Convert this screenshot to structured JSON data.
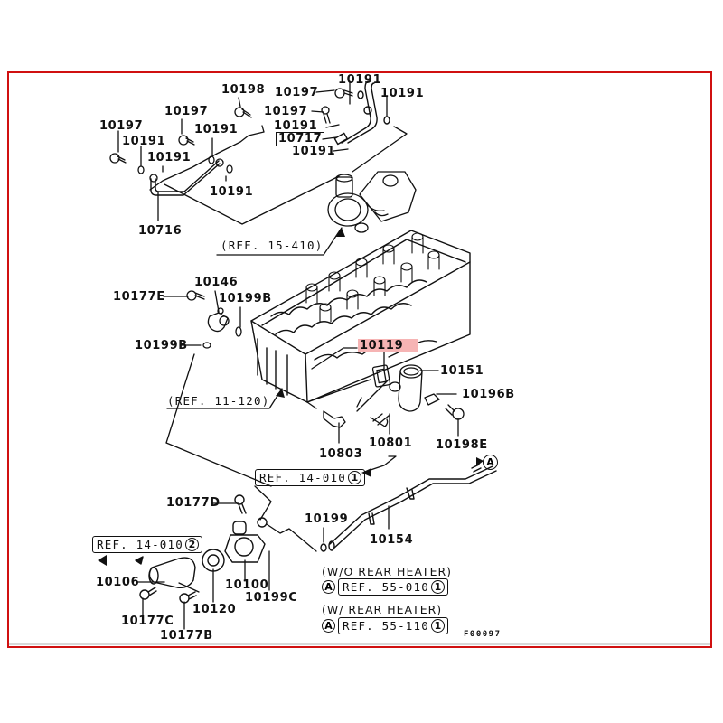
{
  "diagram": {
    "figure_id": "F00097",
    "highlight_color": "#f6b4b4",
    "frame_color": "#d01010",
    "parts": {
      "p10198": "10198",
      "p10197_a": "10197",
      "p10191_top": "10191",
      "p10191_topright": "10191",
      "p10197_b": "10197",
      "p10197_c": "10197",
      "p10197_left": "10197",
      "p10191_a": "10191",
      "p10191_b": "10191",
      "p10191_c": "10191",
      "p10191_d": "10191",
      "p10191_e": "10191",
      "p10717": "10717",
      "p10191_f": "10191",
      "p10716": "10716",
      "p10146": "10146",
      "p10177E": "10177E",
      "p10199B_a": "10199B",
      "p10199B_b": "10199B",
      "p10119": "10119",
      "p10151": "10151",
      "p10196B": "10196B",
      "p10198E": "10198E",
      "p10803": "10803",
      "p10801": "10801",
      "p10177D": "10177D",
      "p10199": "10199",
      "p10154": "10154",
      "p10106": "10106",
      "p10120": "10120",
      "p10100": "10100",
      "p10199C": "10199C",
      "p10177C": "10177C",
      "p10177B": "10177B"
    },
    "references": {
      "ref_15_410": "(REF. 15-410)",
      "ref_11_120": "(REF. 11-120)",
      "ref_14_010_1": {
        "text": "REF. 14-010",
        "marker": "1"
      },
      "ref_14_010_2": {
        "text": "REF. 14-010",
        "marker": "2"
      },
      "ref_55_010_1": {
        "text": "REF. 55-010",
        "marker": "1"
      },
      "ref_55_110_1": {
        "text": "REF. 55-110",
        "marker": "1"
      }
    },
    "callout_A": "A",
    "notes": {
      "without_rear_heater": "(W/O REAR HEATER)",
      "with_rear_heater": "(W/ REAR HEATER)"
    },
    "highlighted_part": "10119"
  }
}
